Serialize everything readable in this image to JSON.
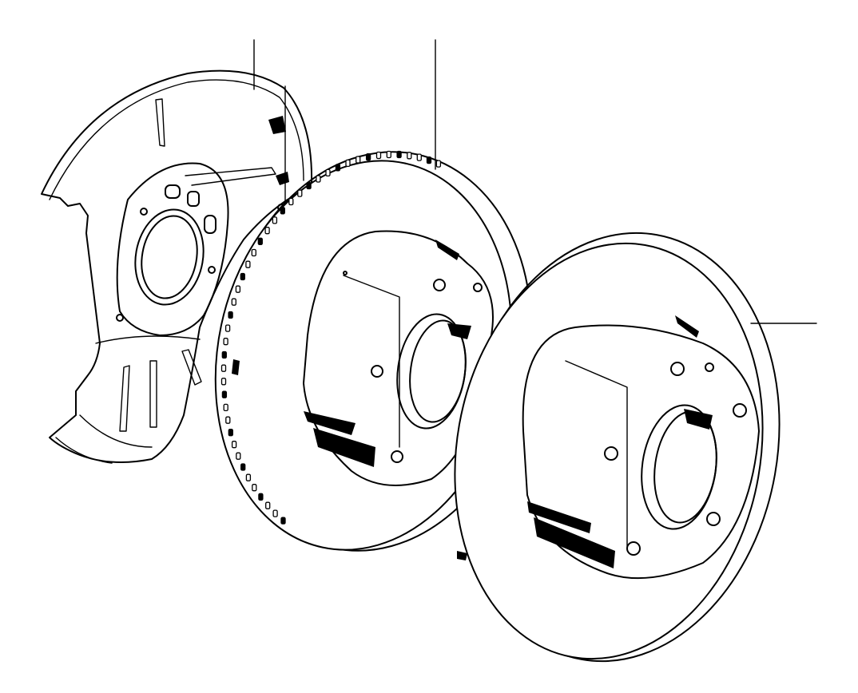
{
  "diagram": {
    "type": "exploded-parts-view",
    "background_color": "#ffffff",
    "line_color": "#000000",
    "parts": [
      {
        "part": "brake-dust-shield",
        "icon": "shield-plate-icon"
      },
      {
        "part": "vented-brake-disc",
        "icon": "vented-rotor-icon"
      },
      {
        "part": "solid-brake-disc",
        "icon": "solid-rotor-icon"
      }
    ],
    "callout_count": 4
  }
}
